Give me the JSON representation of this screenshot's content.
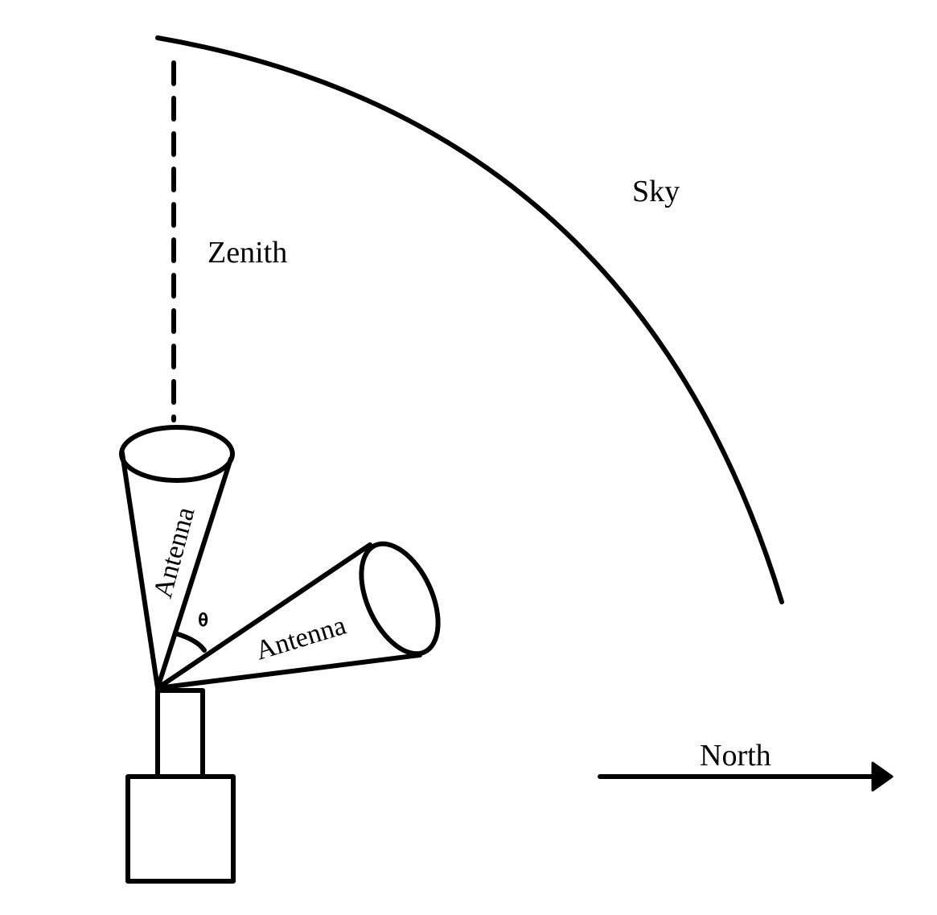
{
  "diagram": {
    "labels": {
      "sky": "Sky",
      "zenith": "Zenith",
      "antenna_vertical": "Antenna",
      "antenna_tilted": "Antenna",
      "theta": "θ",
      "north": "North"
    },
    "colors": {
      "stroke": "#000000",
      "background": "#ffffff"
    }
  }
}
